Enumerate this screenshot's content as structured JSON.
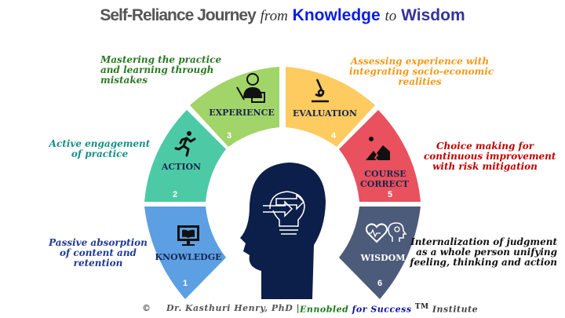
{
  "title": {
    "part1": "Self-Reliance Journey",
    "part2": "from",
    "part3": "Knowledge",
    "part4": "to",
    "part5": "Wisdom"
  },
  "stages": [
    {
      "label": "KNOWLEDGE",
      "number": "1",
      "color": "#5c9fe2",
      "description": [
        "Passive absorption",
        "of content and",
        "retention"
      ],
      "desc_color": "#1f3a93",
      "icon": "computer-book-icon"
    },
    {
      "label": "ACTION",
      "number": "2",
      "color": "#4ccaa5",
      "description": [
        "Active engagement",
        "of practice"
      ],
      "desc_color": "#17908a",
      "icon": "running-person-icon"
    },
    {
      "label": "EXPERIENCE",
      "number": "3",
      "color": "#a1d469",
      "description": [
        "Mastering the practice",
        "and learning through",
        "mistakes"
      ],
      "desc_color": "#2a7a22",
      "icon": "teacher-icon"
    },
    {
      "label": "EVALUATION",
      "number": "4",
      "color": "#fdcb5f",
      "description": [
        "Assessing experience with",
        "integrating socio-economic",
        "realities"
      ],
      "desc_color": "#f39a1a",
      "icon": "microscope-icon"
    },
    {
      "label": "COURSE",
      "label2": "CORRECT",
      "number": "5",
      "color": "#e8515d",
      "description": [
        "Choice making for",
        "continuous improvement",
        "with risk mitigation"
      ],
      "desc_color": "#c00000",
      "icon": "mountain-sun-icon"
    },
    {
      "label": "WISDOM",
      "number": "6",
      "color": "#4d5b7a",
      "description": [
        "Internalization of judgment",
        "as a whole person unifying",
        "feeling, thinking and action"
      ],
      "desc_color": "#111111",
      "icon": "heart-mind-icon"
    }
  ],
  "center": {
    "icon": "head-lightbulb-icon",
    "color": "#0c1f4a"
  },
  "footer": {
    "copyright": "©",
    "author": "Dr. Kasthuri Henry, PhD |",
    "brand1": "Ennobled",
    "brand2": "for Success",
    "tm": "TM",
    "brand3": "Institute"
  }
}
